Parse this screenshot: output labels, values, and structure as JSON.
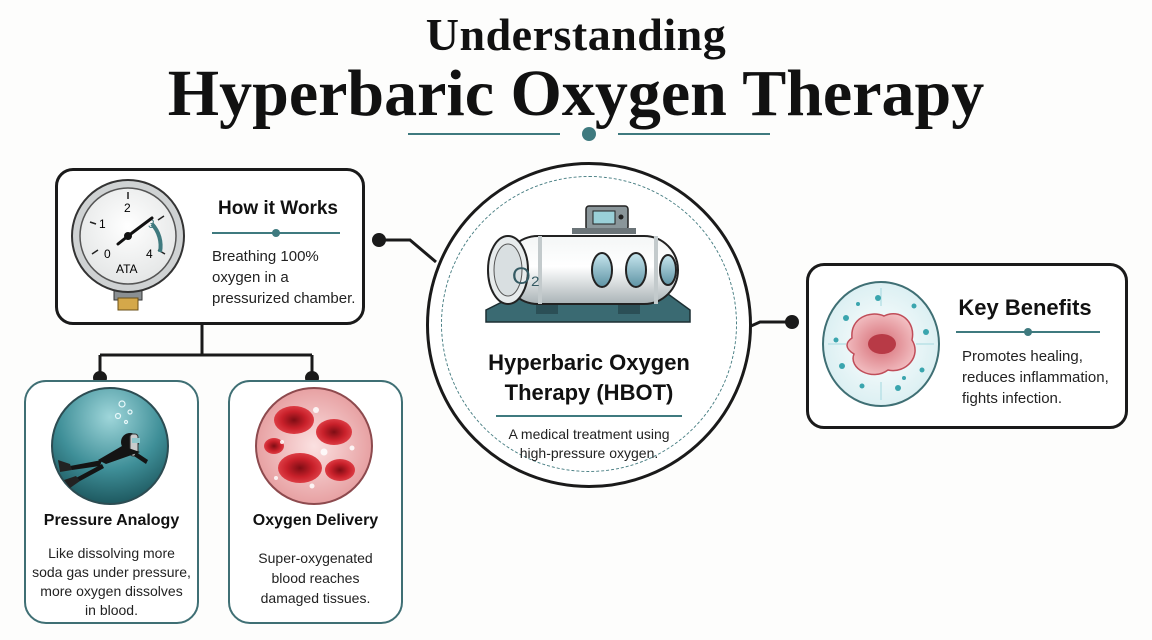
{
  "title": {
    "line1": "Understanding",
    "line2": "Hyperbaric Oxygen Therapy"
  },
  "center": {
    "heading_line1": "Hyperbaric Oxygen",
    "heading_line2": "Therapy (HBOT)",
    "desc_line1": "A medical treatment using",
    "desc_line2": "high-pressure oxygen.",
    "chamber_label": "O₂",
    "icon": "hyperbaric-chamber-icon"
  },
  "how_it_works": {
    "heading": "How it Works",
    "lines": [
      "Breathing 100%",
      "oxygen in a",
      "pressurized chamber."
    ],
    "gauge": {
      "unit": "ATA",
      "ticks": [
        "0",
        "1",
        "2",
        "3",
        "4"
      ],
      "icon": "pressure-gauge-icon"
    }
  },
  "pressure_analogy": {
    "heading": "Pressure Analogy",
    "lines": [
      "Like dissolving more",
      "soda gas under pressure,",
      "more oxygen dissolves",
      "in blood."
    ],
    "icon": "scuba-diver-icon"
  },
  "oxygen_delivery": {
    "heading": "Oxygen Delivery",
    "lines": [
      "Super-oxygenated",
      "blood reaches",
      "damaged tissues."
    ],
    "icon": "red-blood-cells-icon"
  },
  "key_benefits": {
    "heading": "Key Benefits",
    "lines": [
      "Promotes healing,",
      "reduces inflammation,",
      "fights infection."
    ],
    "icon": "healing-cell-icon"
  },
  "colors": {
    "accent": "#3f7a7f",
    "ink": "#1a1a1a",
    "blood": "#c8202a"
  }
}
